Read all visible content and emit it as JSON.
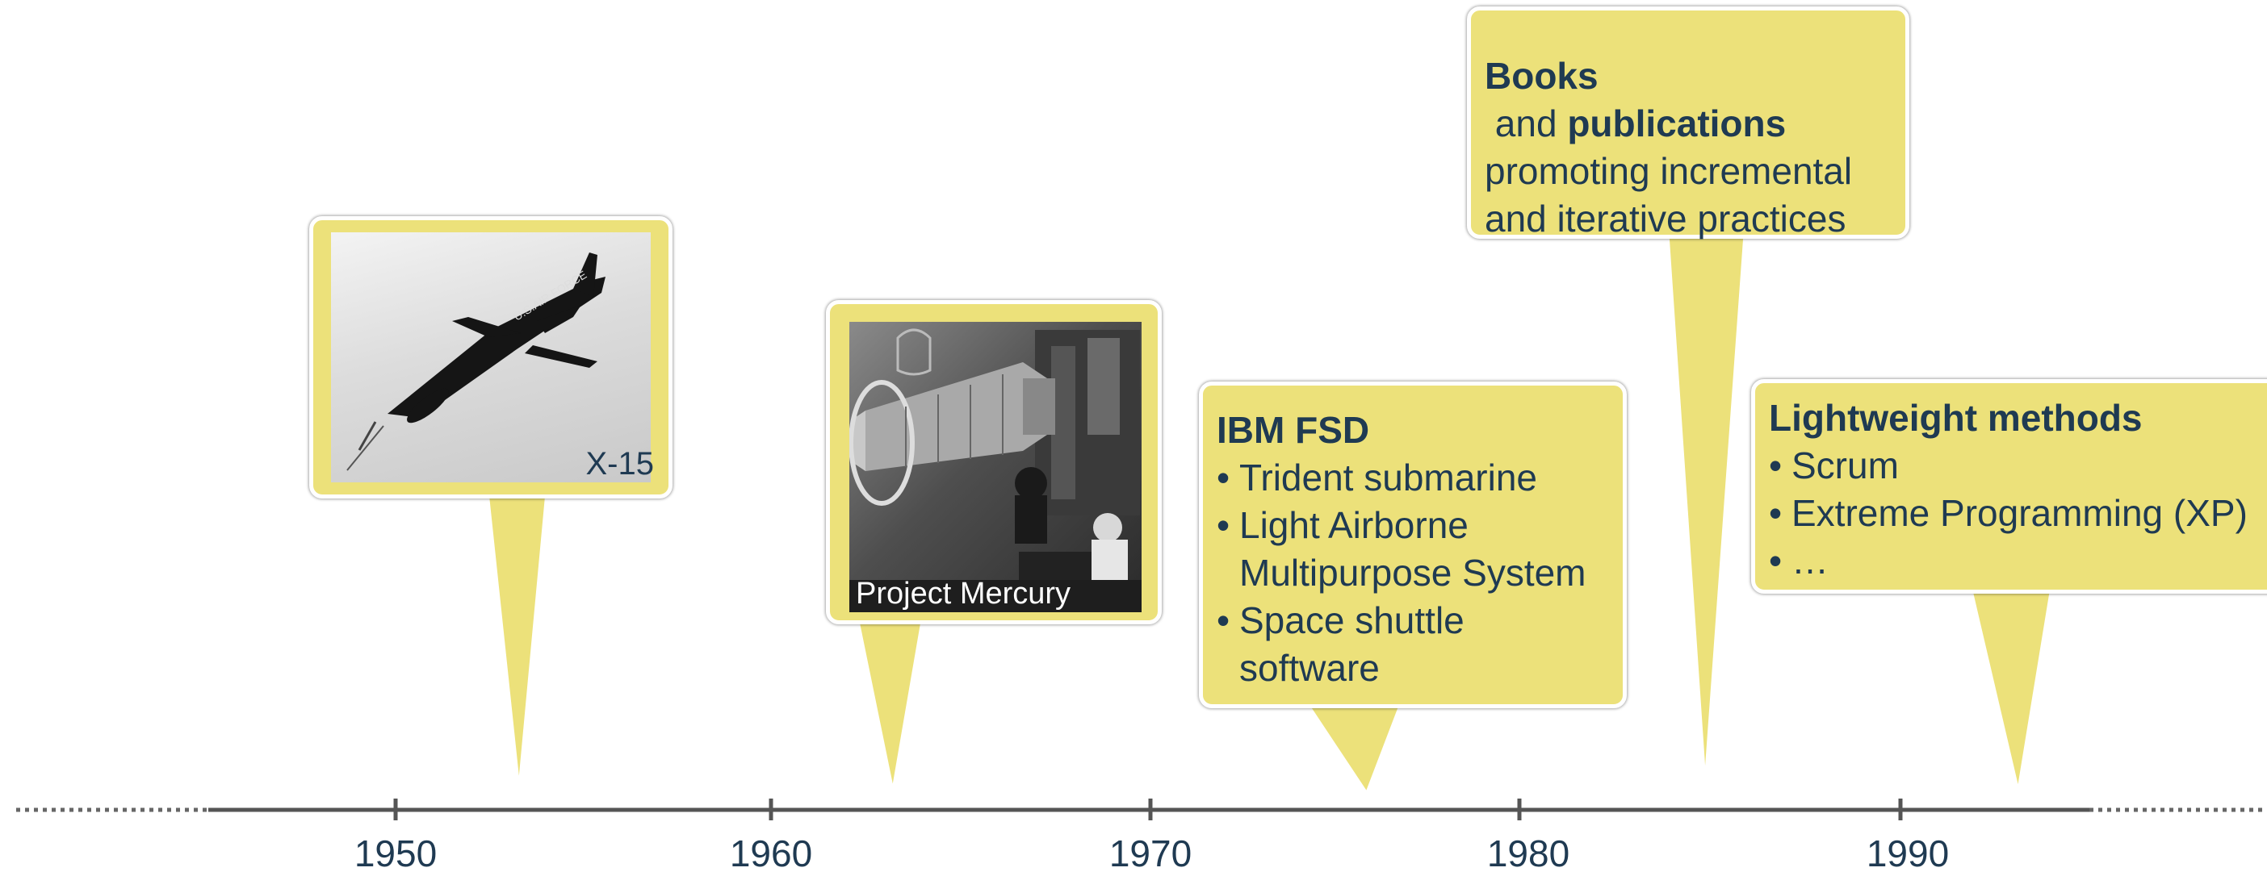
{
  "timeline": {
    "years": [
      "1950",
      "1960",
      "1970",
      "1980",
      "1990"
    ]
  },
  "callouts": {
    "x15": {
      "caption": "X-15"
    },
    "mercury": {
      "caption": "Project Mercury"
    },
    "ibm": {
      "title": "IBM FSD",
      "items": [
        "Trident submarine",
        "Light Airborne Multipurpose System",
        "Space shuttle software"
      ]
    },
    "books": {
      "bold1": "Books",
      "mid": " and ",
      "bold2": "publications",
      "rest": "promoting incremental and iterative practices"
    },
    "lightweight": {
      "title": "Lightweight methods",
      "items": [
        "Scrum",
        "Extreme Programming (XP)",
        "…"
      ]
    }
  },
  "colors": {
    "callout_fill": "#ece17a",
    "callout_border": "#ffffff",
    "text": "#1f3a52",
    "axis": "#555555"
  }
}
